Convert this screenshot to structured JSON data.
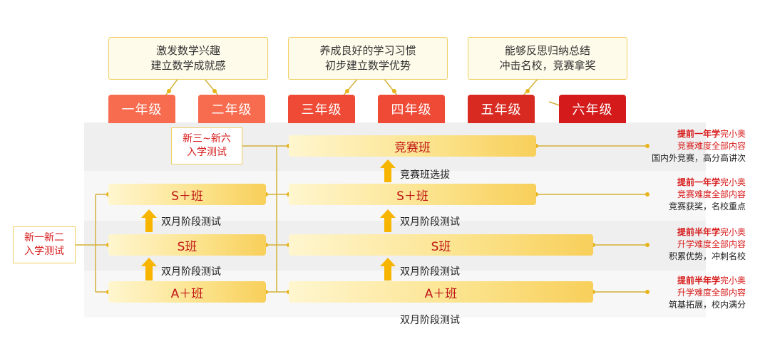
{
  "goals": [
    {
      "line1": "激发数学兴趣",
      "line2": "建立数学成就感"
    },
    {
      "line1": "养成良好的学习习惯",
      "line2": "初步建立数学优势"
    },
    {
      "line1": "能够反思归纳总结",
      "line2": "冲击名校，竞赛拿奖"
    }
  ],
  "grades": [
    "一年级",
    "二年级",
    "三年级",
    "四年级",
    "五年级",
    "六年级"
  ],
  "grade_colors": [
    "#f76b4f",
    "#f76b4f",
    "#ee4a36",
    "#ee4a36",
    "#d92a22",
    "#d41a1a"
  ],
  "entries": {
    "upper": {
      "line1": "新三~新六",
      "line2": "入学测试"
    },
    "lower": {
      "line1": "新一新二",
      "line2": "入学测试"
    }
  },
  "left_classes": [
    "S＋班",
    "S班",
    "A＋班"
  ],
  "right_classes": [
    "竞赛班",
    "S＋班",
    "S班",
    "A＋班"
  ],
  "steps": {
    "left_upper": "双月阶段测试",
    "left_lower": "双月阶段测试",
    "right_top": "竞赛班选拔",
    "right_upper": "双月阶段测试",
    "right_lower": "双月阶段测试",
    "right_bottom": "双月阶段测试"
  },
  "notes": [
    {
      "bold": "提前一年学",
      "rest": "完小奥",
      "line2": "竞赛难度全部内容",
      "line3": "国内外竞赛，高分高讲次"
    },
    {
      "bold": "提前一年学",
      "rest": "完小奥",
      "line2": "竞赛难度全部内容",
      "line3": "竞赛获奖，名校重点"
    },
    {
      "bold": "提前半年学",
      "rest": "完小奥",
      "line2": "升学难度全部内容",
      "line3": "积累优势，冲刺名校"
    },
    {
      "bold": "提前半年学",
      "rest": "完小奥",
      "line2": "升学难度全部内容",
      "line3": "筑基拓展，校内满分"
    }
  ]
}
